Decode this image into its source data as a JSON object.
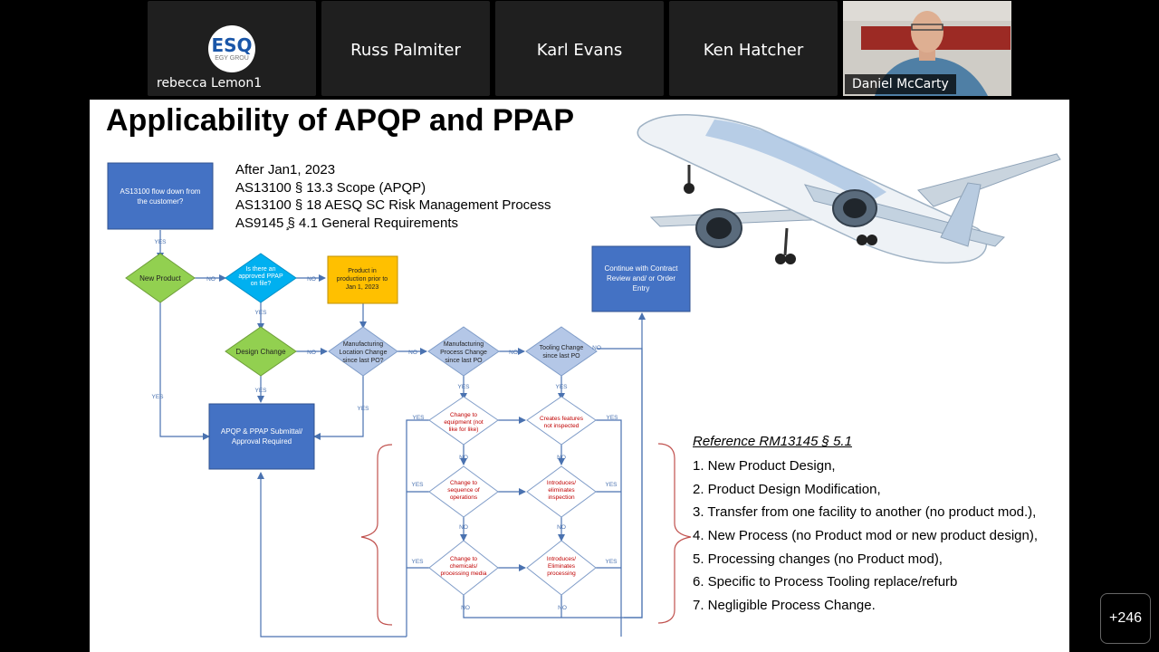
{
  "participants": [
    {
      "name": "rebecca Lemon1",
      "logo_text": "ESQ",
      "logo_sub": "EGY GROU"
    },
    {
      "name": "Russ Palmiter"
    },
    {
      "name": "Karl Evans"
    },
    {
      "name": "Ken Hatcher"
    },
    {
      "name": "Daniel McCarty"
    }
  ],
  "more_participants": "+246",
  "slide": {
    "title": "Applicability of APQP and PPAP",
    "notes": [
      "After Jan1, 2023",
      "AS13100 § 13.3 Scope (APQP)",
      "AS13100 § 18 AESQ SC Risk Management Process",
      "AS9145 ̧§ 4.1 General Requirements"
    ],
    "flowchart": {
      "box_as13100": [
        "AS13100 flow down from",
        "the customer?"
      ],
      "new_product": "New Product",
      "approved_ppap": [
        "Is there an",
        "approved PPAP",
        "on file?"
      ],
      "prod_prior": [
        "Product in",
        "production prior to",
        "Jan 1, 2023"
      ],
      "continue": [
        "Continue with Contract",
        "Review and/ or Order",
        "Entry"
      ],
      "design_change": "Design Change",
      "mfg_location": [
        "Manufacturing",
        "Location Change",
        "since last PO?"
      ],
      "mfg_process": [
        "Manufacturing",
        "Process Change",
        "since last PO"
      ],
      "tooling": [
        "Tooling Change",
        "since last PO"
      ],
      "apqp_box": [
        "APQP & PPAP Submittal/",
        "Approval Required"
      ],
      "equipment": [
        "Change to",
        "equipment (not",
        "like for like)"
      ],
      "features": [
        "Creates features",
        "not inspected"
      ],
      "sequence": [
        "Change to",
        "sequence of",
        "operations"
      ],
      "inspection": [
        "Introduces/",
        "eliminates",
        "inspection"
      ],
      "chemicals": [
        "Change to",
        "chemicals/",
        "processing media"
      ],
      "processing": [
        "Introduces/",
        "Eliminates",
        "processing"
      ],
      "yes": "YES",
      "no": "NO"
    },
    "reference": {
      "heading": "Reference RM13145 § 5.1",
      "items": [
        "1. New Product Design,",
        "2. Product Design Modification,",
        "3. Transfer from one facility to another (no product mod.),",
        "4. New Process (no Product mod or new product design),",
        "5. Processing changes (no Product mod),",
        "6. Specific to Process Tooling replace/refurb",
        "7. Negligible Process Change."
      ]
    }
  },
  "colors": {
    "blue_box": "#4472c4",
    "green_diamond": "#92d050",
    "cyan_diamond": "#00b0f0",
    "orange_box": "#ffc000",
    "light_blue_diamond": "#b4c7e7",
    "red_text": "#c00000",
    "line": "#4a72b0"
  }
}
